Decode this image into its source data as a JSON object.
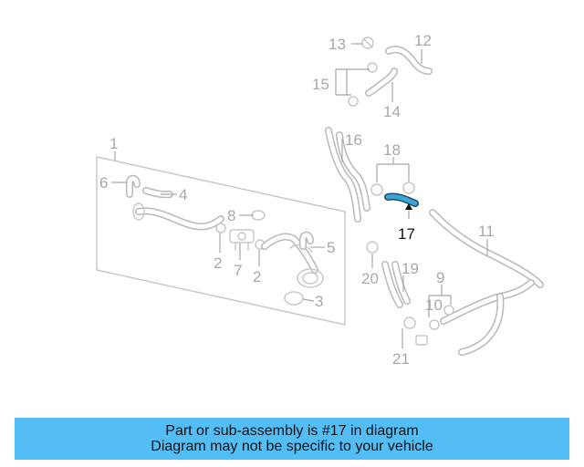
{
  "highlighted_part": "17",
  "callouts": [
    {
      "id": "c1",
      "text": "1"
    },
    {
      "id": "c2a",
      "text": "2"
    },
    {
      "id": "c2b",
      "text": "2"
    },
    {
      "id": "c3",
      "text": "3"
    },
    {
      "id": "c4",
      "text": "4"
    },
    {
      "id": "c5",
      "text": "5"
    },
    {
      "id": "c6",
      "text": "6"
    },
    {
      "id": "c7",
      "text": "7"
    },
    {
      "id": "c8",
      "text": "8"
    },
    {
      "id": "c9",
      "text": "9"
    },
    {
      "id": "c10",
      "text": "10"
    },
    {
      "id": "c11",
      "text": "11"
    },
    {
      "id": "c12",
      "text": "12"
    },
    {
      "id": "c13",
      "text": "13"
    },
    {
      "id": "c14",
      "text": "14"
    },
    {
      "id": "c15",
      "text": "15"
    },
    {
      "id": "c16",
      "text": "16"
    },
    {
      "id": "c17",
      "text": "17"
    },
    {
      "id": "c18",
      "text": "18"
    },
    {
      "id": "c19",
      "text": "19"
    },
    {
      "id": "c20",
      "text": "20"
    },
    {
      "id": "c21",
      "text": "21"
    }
  ],
  "banner": {
    "line1": "Part or sub-assembly is #17 in diagram",
    "line2": "Diagram may not be specific to your vehicle"
  },
  "colors": {
    "banner_bg": "#53bdf6",
    "highlight": "#3aa6d8",
    "part_gray": "#c8c8c8"
  }
}
